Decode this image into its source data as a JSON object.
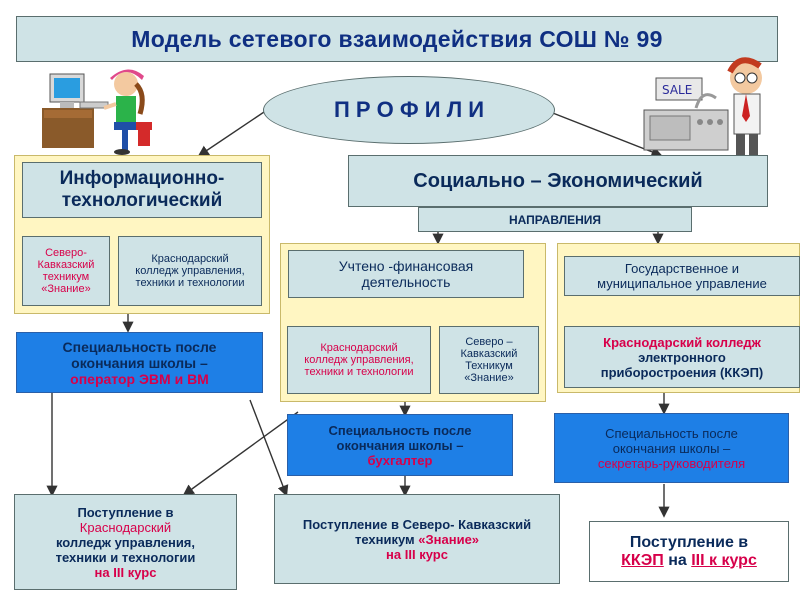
{
  "title": "Модель сетевого взаимодействия СОШ № 99",
  "profiles_label": "П Р О Ф И Л И",
  "left_profile": {
    "heading_line1": "Информационно-",
    "heading_line2": "технологический",
    "school1": [
      "Северо-",
      "Кавказский",
      "техникум",
      "«Знание»"
    ],
    "school2": [
      "Краснодарский",
      "колледж управления,",
      "техники и технологии"
    ],
    "specialty": [
      "Специальность после",
      "окончания  школы –"
    ],
    "specialty_job": "оператор ЭВМ и ВМ"
  },
  "right_profile": {
    "heading": "Социально – Экономический",
    "directions_label": "НАПРАВЛЕНИЯ"
  },
  "direction1": {
    "name": [
      "Учтено -финансовая",
      "деятельность"
    ],
    "school1": [
      "Краснодарский",
      "колледж управления,",
      "техники и технологии"
    ],
    "school2": [
      "Северо –",
      "Кавказский",
      "Техникум",
      "«Знание»"
    ],
    "specialty": [
      "Специальность после",
      "окончания  школы –"
    ],
    "specialty_job": "бухгалтер"
  },
  "direction2": {
    "name": [
      "Государственное и",
      "муниципальное управление"
    ],
    "school": [
      "Краснодарский колледж",
      "электронного",
      "приборостроения (ККЭП)"
    ],
    "specialty": [
      "Специальность после",
      "окончания школы –"
    ],
    "specialty_job": "секретарь-руководителя"
  },
  "admission1": {
    "line1": "Поступление в",
    "highlight": [
      "Краснодарский",
      "колледж управления,",
      "техники и технологии",
      "на III курс"
    ]
  },
  "admission2": {
    "line1": "Поступление в Северо- Кавказский",
    "line2": "техникум",
    "highlight1": "«Знание»",
    "highlight2": "на III курс"
  },
  "admission3": {
    "line1": "Поступление в",
    "highlight1": "ККЭП",
    "mid": "на",
    "highlight2": "III к курс"
  },
  "illustrations": {
    "left": "computer-user-icon",
    "right": "cash-register-icon",
    "sign": "SALE"
  },
  "colors": {
    "teal_box": "#cfe3e6",
    "yellow_panel": "#fff6c2",
    "blue_box": "#1e7fe6",
    "highlight_red": "#d7004a",
    "title_blue": "#0f2f82"
  }
}
